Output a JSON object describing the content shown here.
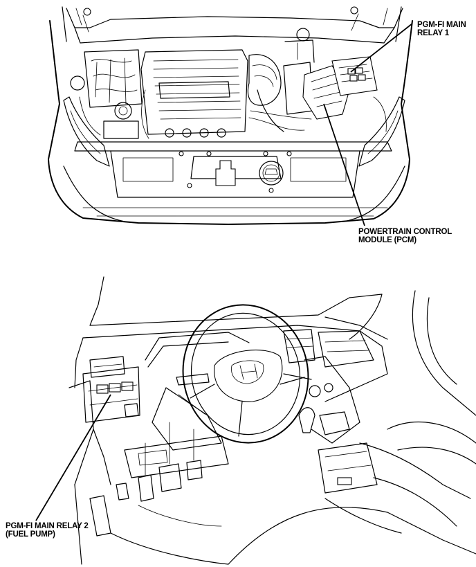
{
  "labels": {
    "relay1": {
      "line1": "PGM-FI MAIN",
      "line2": "RELAY 1"
    },
    "pcm": {
      "line1": "POWERTRAIN CONTROL",
      "line2": "MODULE (PCM)"
    },
    "relay2": {
      "line1": "PGM-FI MAIN RELAY 2",
      "line2": "(FUEL PUMP)"
    }
  },
  "colors": {
    "ink": "#000000",
    "paper": "#ffffff"
  }
}
